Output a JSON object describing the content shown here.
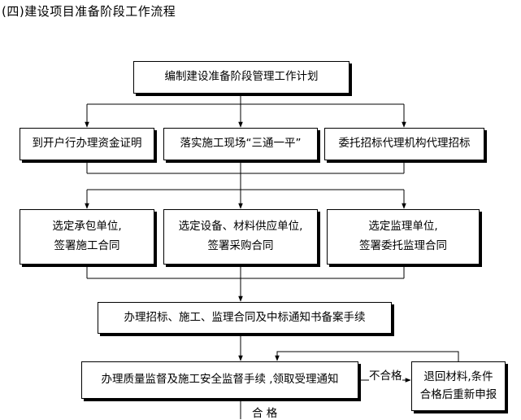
{
  "page": {
    "title": "(四)建设项目准备阶段工作流程"
  },
  "nodes": {
    "plan": "编制建设准备阶段管理工作计划",
    "permit": "到开户行办理资金证明",
    "site": "落实施工现场“三通一平”",
    "agent": "委托招标代理机构代理招标",
    "contractor_line1": "选定承包单位,",
    "contractor_line2": "签署施工合同",
    "supplier_line1": "选定设备、材料供应单位,",
    "supplier_line2": "签署采购合同",
    "supervisor_line1": "选定监理单位,",
    "supervisor_line2": "签署委托监理合同",
    "filing": "办理招标、施工、监理合同及中标通知书备案手续",
    "quality": "办理质量监督及施工安全监督手续 ,领取受理通知",
    "return_line1": "退回材料,条件",
    "return_line2": "合格后重新申报"
  },
  "labels": {
    "fail": "不合格",
    "pass": "合 格"
  }
}
